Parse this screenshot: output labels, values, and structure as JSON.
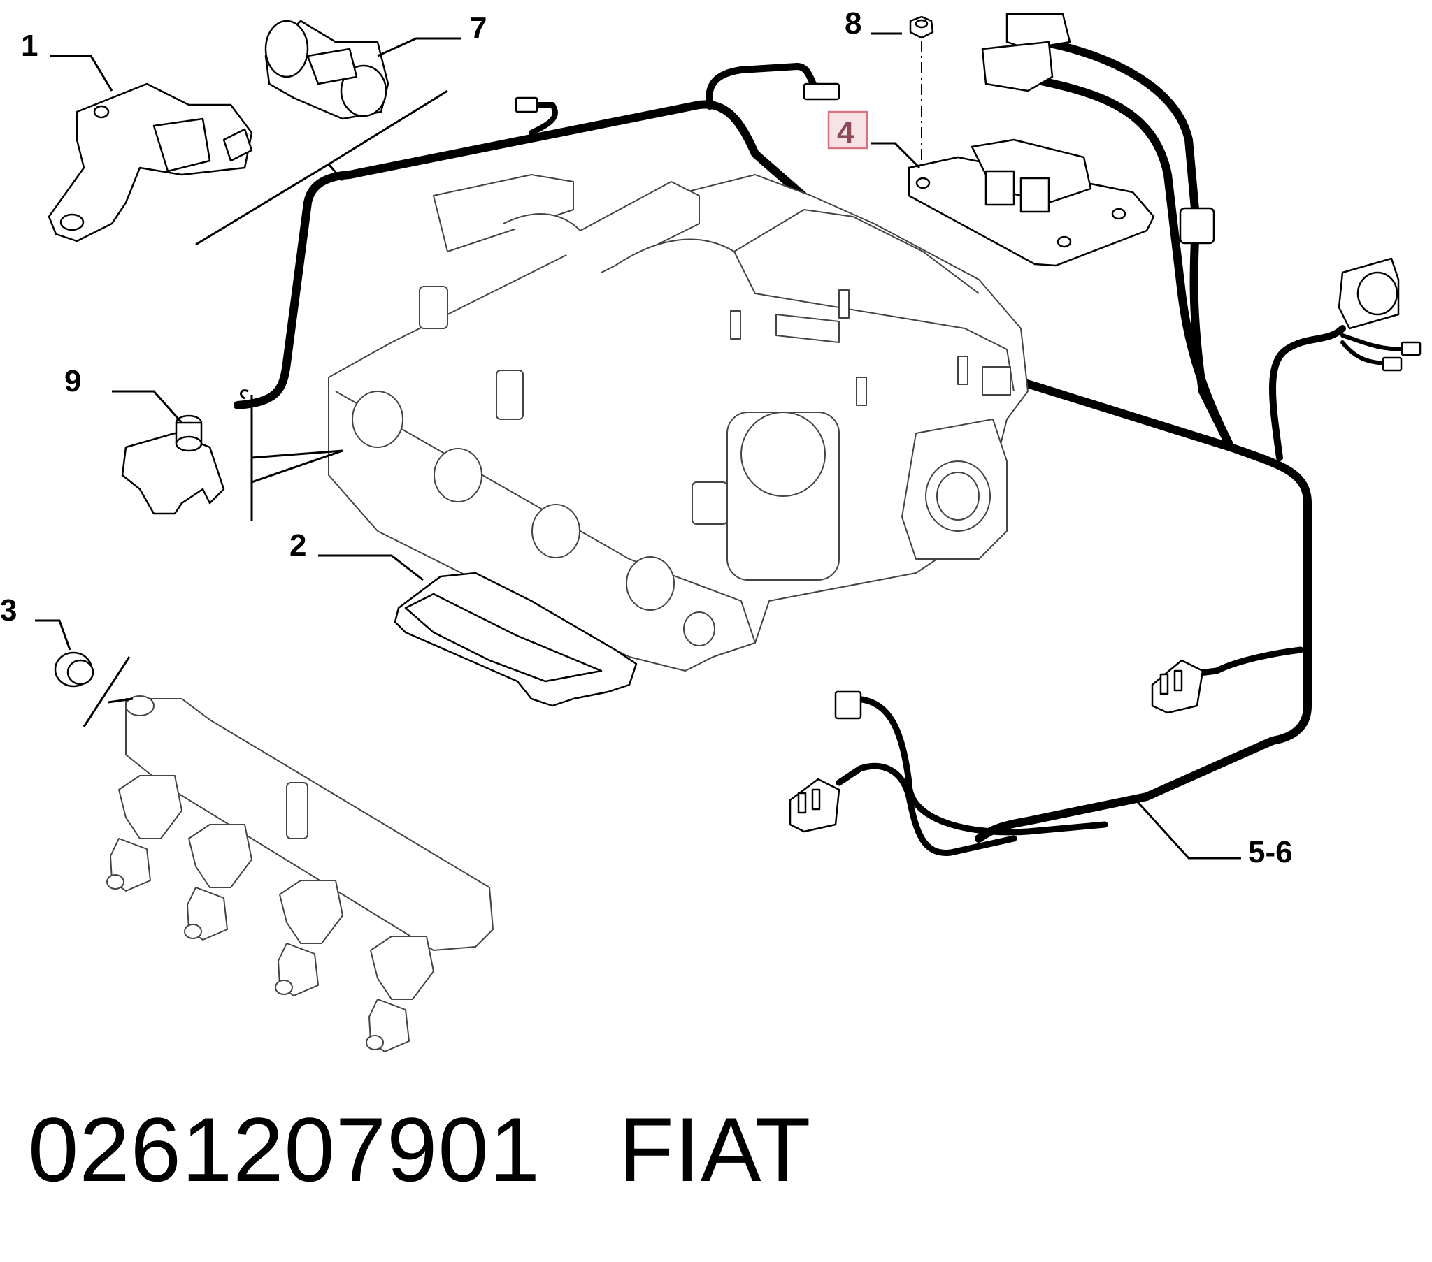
{
  "callouts": {
    "c1": "1",
    "c2": "2",
    "c3": "3",
    "c4": "4",
    "c56": "5-6",
    "c7": "7",
    "c8": "8",
    "c9": "9"
  },
  "caption": {
    "part_number": "0261207901",
    "brand": "FIAT"
  },
  "colors": {
    "highlight_fill": "#f7e3e6",
    "highlight_border": "#d8737f",
    "highlight_text": "#8b4a55"
  }
}
